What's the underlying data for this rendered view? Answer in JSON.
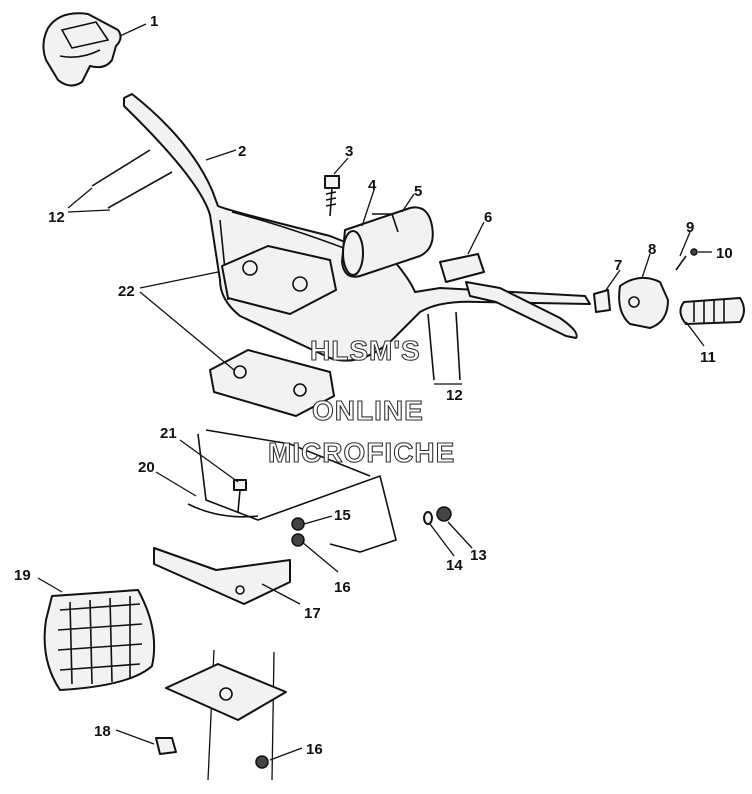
{
  "callouts": {
    "c1": "1",
    "c2": "2",
    "c3": "3",
    "c4": "4",
    "c5": "5",
    "c6": "6",
    "c7": "7",
    "c8": "8",
    "c9": "9",
    "c10": "10",
    "c11": "11",
    "c12a": "12",
    "c12b": "12",
    "c13": "13",
    "c14": "14",
    "c15": "15",
    "c16a": "16",
    "c16b": "16",
    "c17": "17",
    "c18": "18",
    "c19": "19",
    "c20": "20",
    "c21": "21",
    "c22": "22"
  },
  "watermark": {
    "line1": "HLSM'S",
    "line2": "ONLINE",
    "line3": "MICROFICHE"
  }
}
